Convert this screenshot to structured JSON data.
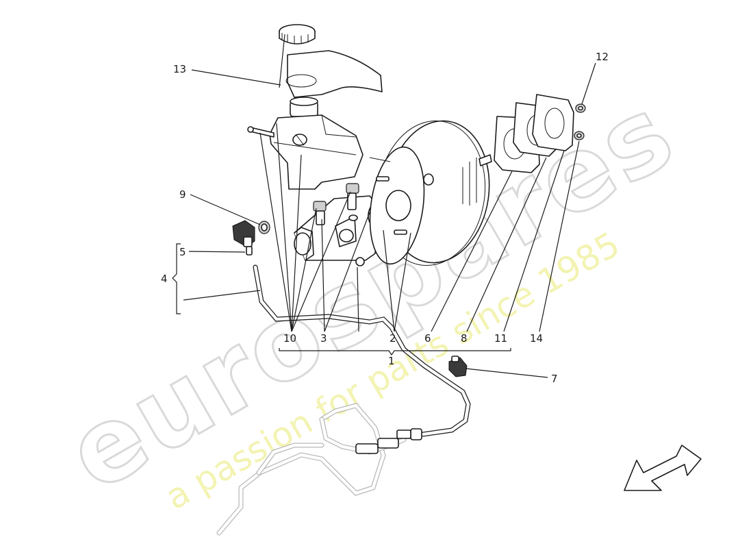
{
  "watermark": {
    "logo_text": "eurospares",
    "tagline": "a passion for parts since 1985"
  },
  "callouts": {
    "c1": "1",
    "c2": "2",
    "c3": "3",
    "c4": "4",
    "c5": "5",
    "c6": "6",
    "c7": "7",
    "c8": "8",
    "c9": "9",
    "c10": "10",
    "c11": "11",
    "c12": "12",
    "c13": "13",
    "c14": "14"
  },
  "colors": {
    "line": "#1a1a1a",
    "watermark_logo": "#d9d9d9",
    "watermark_tag": "#f2f1a6"
  }
}
